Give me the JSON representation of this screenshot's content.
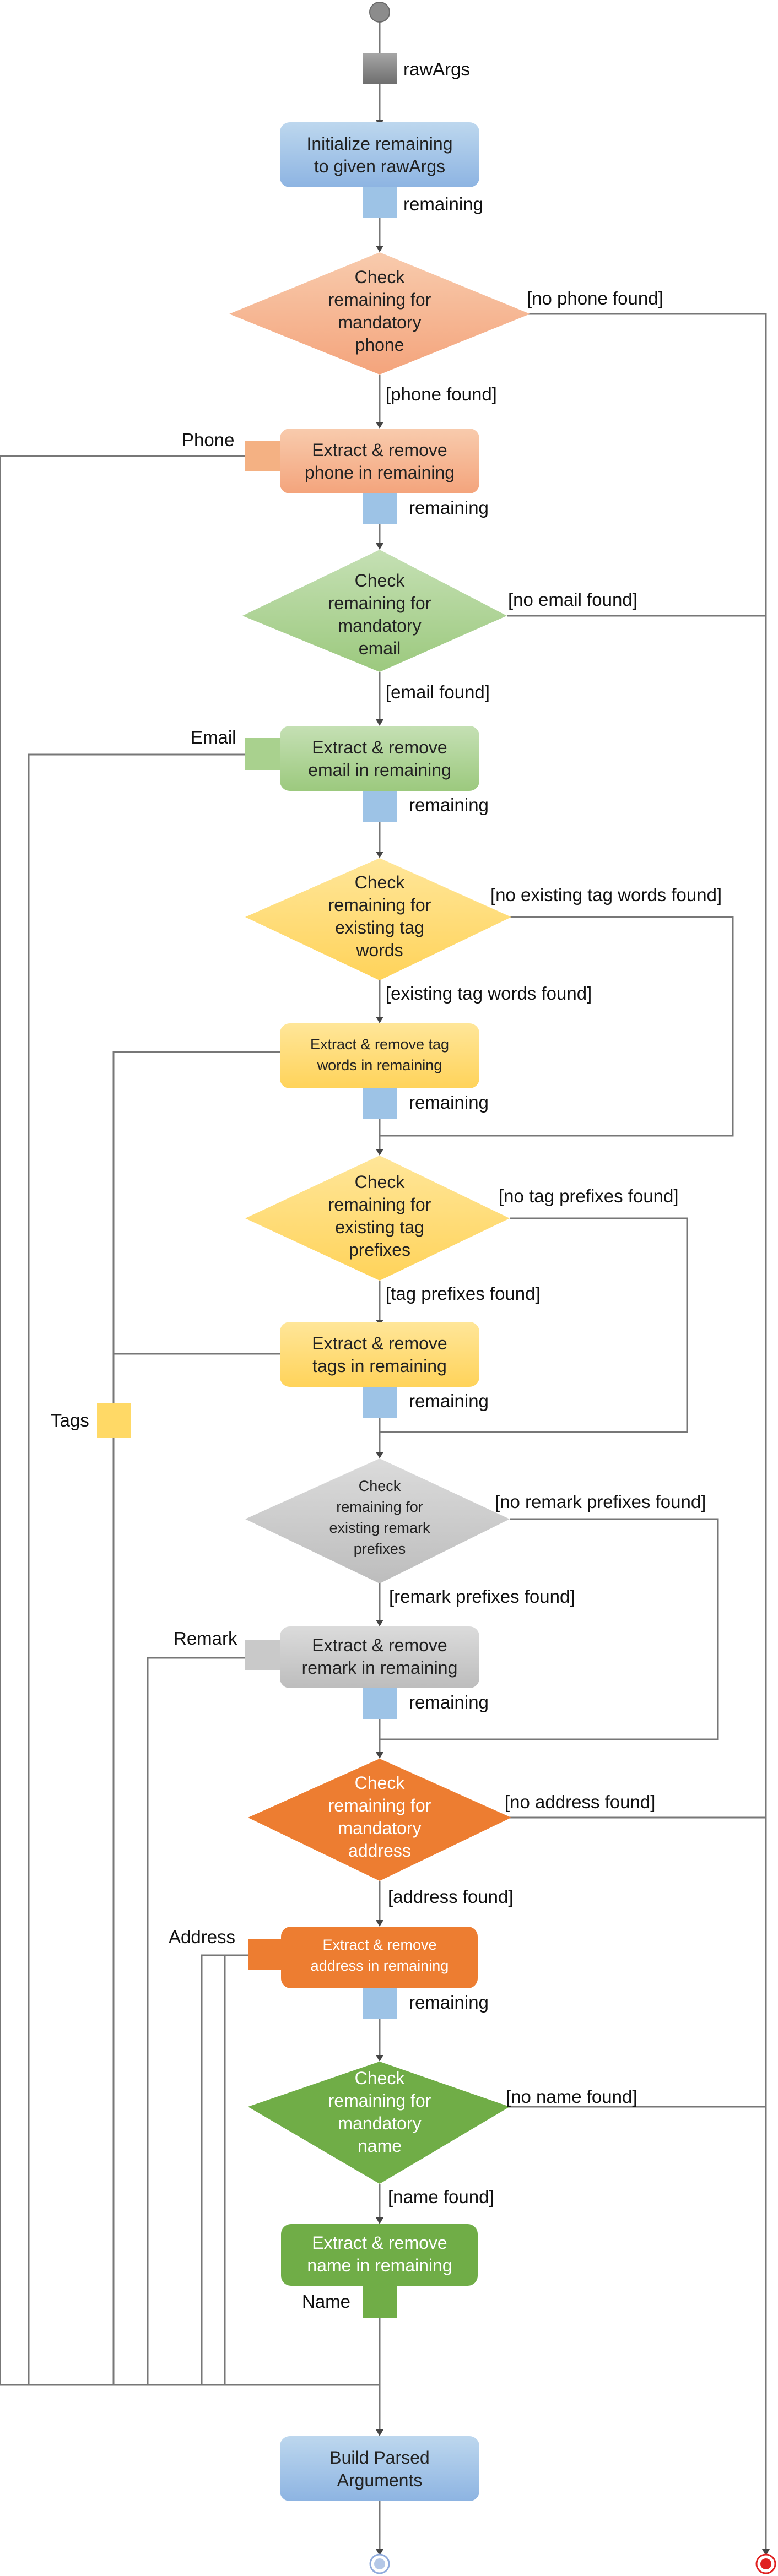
{
  "nodes": {
    "raw_args": "rawArgs",
    "init": [
      "Initialize remaining",
      "to given rawArgs"
    ],
    "check_phone": [
      "Check",
      "remaining for",
      "mandatory",
      "phone"
    ],
    "extract_phone": [
      "Extract & remove",
      "phone in remaining"
    ],
    "check_email": [
      "Check",
      "remaining for",
      "mandatory",
      "email"
    ],
    "extract_email": [
      "Extract & remove",
      "email in remaining"
    ],
    "check_tag_words": [
      "Check",
      "remaining for",
      "existing tag",
      "words"
    ],
    "extract_tag_words": [
      "Extract & remove tag",
      "words in remaining"
    ],
    "check_tag_prefixes": [
      "Check",
      "remaining for",
      "existing tag",
      "prefixes"
    ],
    "extract_tags": [
      "Extract & remove",
      "tags in remaining"
    ],
    "check_remark": [
      "Check",
      "remaining for",
      "existing remark",
      "prefixes"
    ],
    "extract_remark": [
      "Extract & remove",
      "remark in remaining"
    ],
    "check_address": [
      "Check",
      "remaining for",
      "mandatory",
      "address"
    ],
    "extract_address": [
      "Extract & remove",
      "address in remaining"
    ],
    "check_name": [
      "Check",
      "remaining for",
      "mandatory",
      "name"
    ],
    "extract_name": [
      "Extract & remove",
      "name in remaining"
    ],
    "build": [
      "Build Parsed",
      "Arguments"
    ]
  },
  "pins": {
    "remaining": "remaining",
    "phone": "Phone",
    "email": "Email",
    "tags": "Tags",
    "remark": "Remark",
    "address": "Address",
    "name": "Name"
  },
  "guards": {
    "no_phone": "[no phone found]",
    "phone_found": "[phone found]",
    "no_email": "[no email found]",
    "email_found": "[email found]",
    "no_tag_words": "[no existing tag words found]",
    "tag_words_found": "[existing tag words found]",
    "no_tag_prefixes": "[no tag prefixes found]",
    "tag_prefixes_found": "[tag prefixes found]",
    "no_remark": "[no remark prefixes found]",
    "remark_found": "[remark prefixes found]",
    "no_address": "[no address found]",
    "address_found": "[address found]",
    "no_name": "[no name found]",
    "name_found": "[name found]"
  },
  "colors": {
    "blue": "#9dc3e6",
    "salmon": "#f4b183",
    "green": "#a9d18e",
    "yellow": "#ffd966",
    "gray": "#c9c9c9",
    "orange": "#ed7d31",
    "dark_green": "#70ad47",
    "end_red": "#e02020"
  }
}
